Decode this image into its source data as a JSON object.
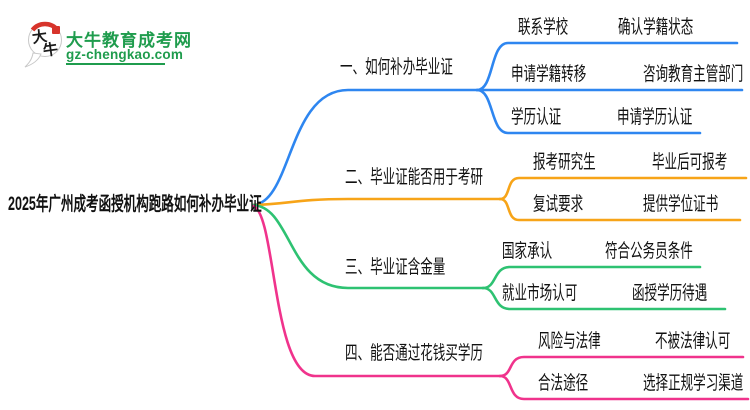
{
  "logo": {
    "badge_char_top": "大",
    "badge_char_bottom": "牛",
    "title": "大牛教育成考网",
    "domain": "gz-chengkao.com",
    "title_color": "#1F9C4D",
    "seal_color": "#D7342B"
  },
  "root": {
    "label": "2025年广州成考函授机构跑路如何补办毕业证"
  },
  "colors": {
    "text": "#111111"
  },
  "branches": [
    {
      "label": "一、如何补办毕业证",
      "color": "#2E86F0",
      "children": [
        {
          "left": "联系学校",
          "right": "确认学籍状态"
        },
        {
          "left": "申请学籍转移",
          "right": "咨询教育主管部门"
        },
        {
          "left": "学历认证",
          "right": "申请学历认证"
        }
      ]
    },
    {
      "label": "二、毕业证能否用于考研",
      "color": "#F7A418",
      "children": [
        {
          "left": "报考研究生",
          "right": "毕业后可报考"
        },
        {
          "left": "复试要求",
          "right": "提供学位证书"
        }
      ]
    },
    {
      "label": "三、毕业证含金量",
      "color": "#2EC272",
      "children": [
        {
          "left": "国家承认",
          "right": "符合公务员条件"
        },
        {
          "left": "就业市场认可",
          "right": "函授学历待遇"
        }
      ]
    },
    {
      "label": "四、能否通过花钱买学历",
      "color": "#F0338C",
      "children": [
        {
          "left": "风险与法律",
          "right": "不被法律认可"
        },
        {
          "left": "合法途径",
          "right": "选择正规学习渠道"
        }
      ]
    }
  ]
}
